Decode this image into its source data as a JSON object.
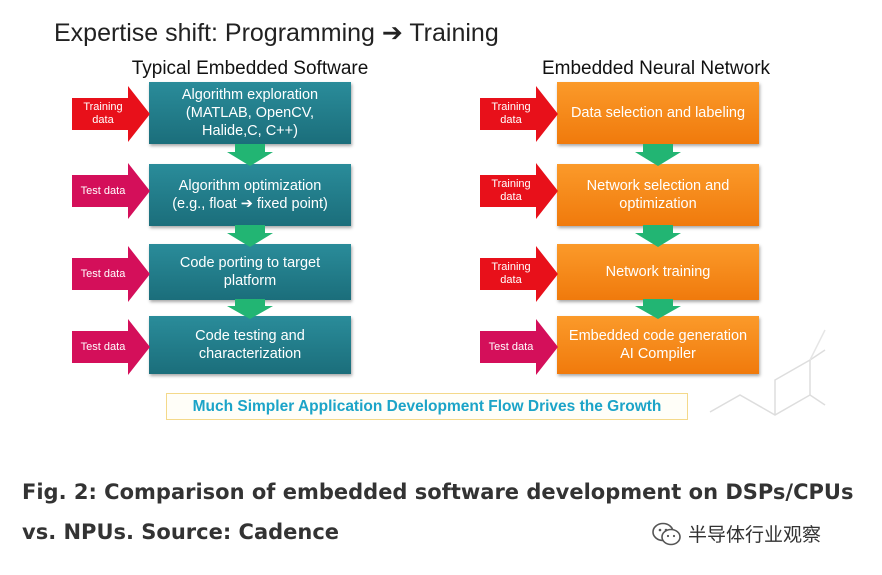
{
  "title": "Expertise shift: Programming ➔ Training",
  "left_column": {
    "header": "Typical Embedded Software",
    "color": "#1b6e7b",
    "steps": [
      {
        "label": "Algorithm exploration\n(MATLAB, OpenCV,\nHalide,C, C++)",
        "input": "Training\ndata"
      },
      {
        "label": "Algorithm optimization\n(e.g., float ➔ fixed point)",
        "input": "Test data"
      },
      {
        "label": "Code porting to target\nplatform",
        "input": "Test data"
      },
      {
        "label": "Code testing and\ncharacterization",
        "input": "Test data"
      }
    ]
  },
  "right_column": {
    "header": "Embedded Neural Network",
    "color": "#f07a0c",
    "steps": [
      {
        "label": "Data selection and labeling",
        "input": "Training\ndata"
      },
      {
        "label": "Network selection and\noptimization",
        "input": "Training\ndata"
      },
      {
        "label": "Network training",
        "input": "Training\ndata"
      },
      {
        "label": "Embedded code generation\nAI Compiler",
        "input": "Test data"
      }
    ]
  },
  "colors": {
    "training_arrow": "#e8101a",
    "test_arrow": "#d40f5a",
    "flow_arrow": "#22b573",
    "banner_text": "#1ca4c8"
  },
  "banner": "Much Simpler Application Development Flow Drives the Growth",
  "caption": "Fig. 2: Comparison of embedded software development on DSPs/CPUs vs. NPUs. Source: Cadence",
  "watermark": {
    "icon": "wechat-icon",
    "text": "半导体行业观察"
  }
}
